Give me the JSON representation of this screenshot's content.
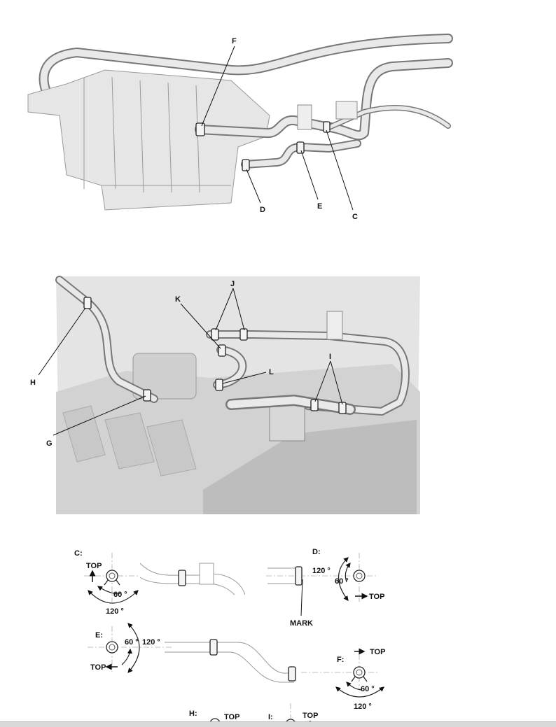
{
  "top_view": {
    "labels": {
      "F": "F",
      "D": "D",
      "E": "E",
      "C": "C"
    }
  },
  "middle_view": {
    "labels": {
      "J": "J",
      "K": "K",
      "H": "H",
      "L": "L",
      "I": "I",
      "G": "G"
    }
  },
  "details": {
    "C": {
      "title": "C:",
      "top": "TOP",
      "inner_angle": "60 °",
      "outer_angle": "120 °"
    },
    "D": {
      "title": "D:",
      "top": "TOP",
      "inner_angle": "60 °",
      "outer_angle": "120 °",
      "mark": "MARK"
    },
    "E": {
      "title": "E:",
      "top": "TOP",
      "inner_angle": "60 °",
      "outer_angle": "120 °"
    },
    "F": {
      "title": "F:",
      "top": "TOP",
      "inner_angle": "60 °",
      "outer_angle": "120 °"
    },
    "H": {
      "title": "H:",
      "top": "TOP"
    },
    "I": {
      "title": "I:",
      "top": "TOP"
    }
  }
}
